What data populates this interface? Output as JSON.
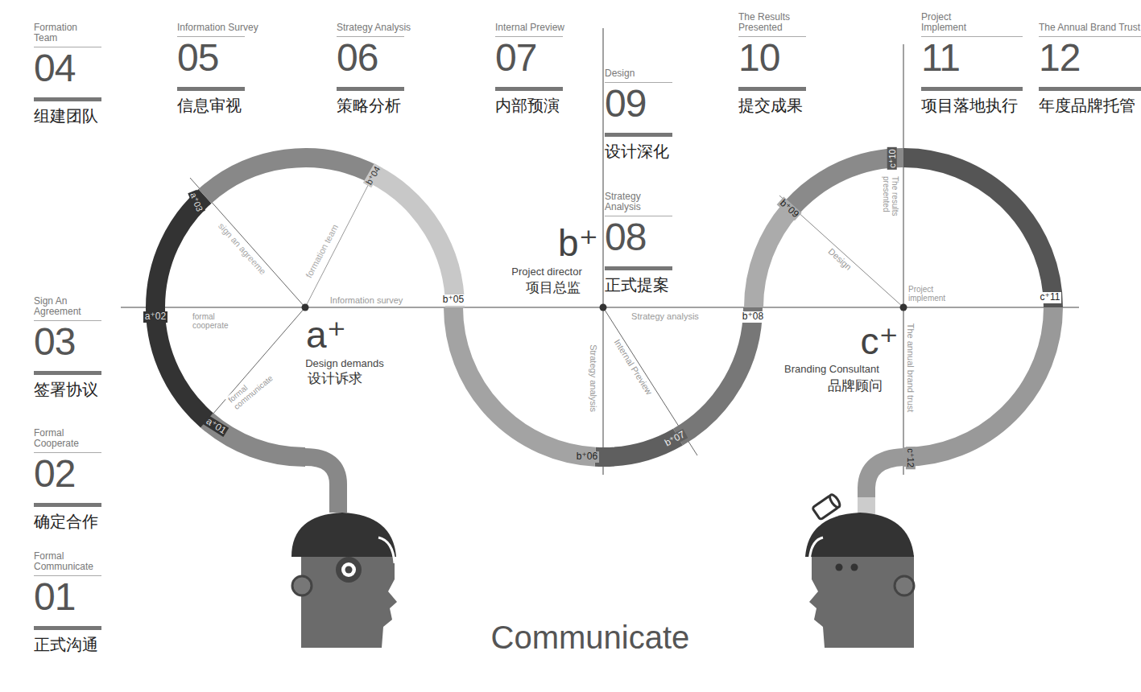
{
  "diagram": {
    "labels": [
      "Formation Team",
      "04",
      "组建团队",
      "Information Survey",
      "05",
      "信息审视",
      "Strategy Analysis",
      "06",
      "策略分析",
      "Internal Preview",
      "07",
      "内部预演",
      "The Results Presented",
      "10",
      "提交成果",
      "Project Implement",
      "11",
      "项目落地执行",
      "The Annual Brand Trust",
      "12",
      "年度品牌托管",
      "Design",
      "09",
      "设计深化",
      "Strategy Analysis",
      "08",
      "正式提案",
      "Sign An Agreement",
      "03",
      "签署协议",
      "Formal Cooperate",
      "02",
      "确定合作",
      "Formal Communicate",
      "01",
      "正式沟通",
      "a⁺",
      "Design demands",
      "设计诉求",
      "b⁺",
      "Project director",
      "项目总监",
      "c⁺",
      "Branding Consultant",
      "品牌顾问",
      "a⁺01",
      "a⁺02",
      "a⁺03",
      "b⁺04",
      "b⁺05",
      "b⁺06",
      "b⁺07",
      "b⁺08",
      "b⁺09",
      "c⁺10",
      "c⁺11",
      "c⁺12",
      "sign an agreeme",
      "formation team",
      "Information survey",
      "formal cooperate",
      "formal communicate",
      "Strategy analysis",
      "Strategy analysis",
      "Internal Preview",
      "Design",
      "The results presented",
      "Project implement",
      "The annual brand trust",
      "Communicate"
    ]
  }
}
